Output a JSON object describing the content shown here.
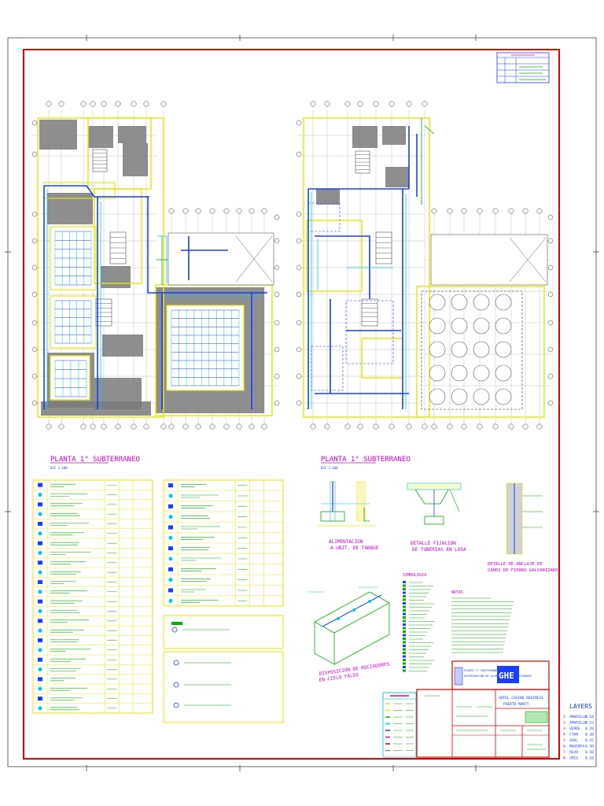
{
  "plans": [
    {
      "title": "PLANTA 1° SUBTERRANEO",
      "scale": "ESC 1:100"
    },
    {
      "title": "PLANTA 1° SUBTERRANEO",
      "scale": "ESC 1:100"
    }
  ],
  "details": [
    {
      "title": "ALIMENTACION",
      "subtitle": "A UNIT. DE TANQUE"
    },
    {
      "title": "DETALLE FIJACION",
      "subtitle": "DE TUBERIAS EN LOSA"
    },
    {
      "title": "DETALLE DE ANCLAJE DE",
      "subtitle": "CAÑOS DE FIERRO GALVANIZADO"
    },
    {
      "title": "DISPOSICION DE ROCIADORES",
      "subtitle": "EN CIELO FALSO"
    }
  ],
  "notes": {
    "heading": "SIMBOLOGIA",
    "notes_heading": "NOTAS"
  },
  "layers": {
    "heading": "LAYERS",
    "items": [
      {
        "name": "AMARILLO",
        "value": "0.10"
      },
      {
        "name": "AMARILLO",
        "value": "0.15"
      },
      {
        "name": "VERDE",
        "value": "0.20"
      },
      {
        "name": "CYAN",
        "value": "0.30"
      },
      {
        "name": "AZUL",
        "value": "0.25"
      },
      {
        "name": "MAGENTA",
        "value": "0.30"
      },
      {
        "name": "ROJO",
        "value": "0.50"
      },
      {
        "name": "GRIS",
        "value": "0.10"
      }
    ]
  },
  "title_block": {
    "project": "HOTEL CASINO BUSINESS",
    "city": "PUERTO MONTT",
    "sheet": "PLANTA 1° SUBTERRANEO",
    "system": "DISTRIBUCION DE ALIMENTACION Y ROCIADORES",
    "logo": "GHE"
  },
  "colors": {
    "border": "#e00000",
    "line_yellow": "#e8e800",
    "line_blue": "#1a3dff",
    "line_cyan": "#00c8e8",
    "line_green": "#00b000",
    "line_magenta": "#d000d0",
    "fill_gray": "#7a7a7a"
  }
}
